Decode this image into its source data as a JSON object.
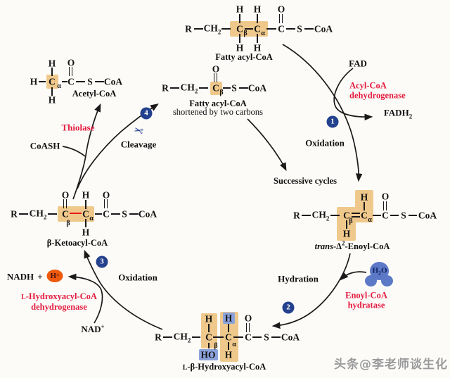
{
  "watermark": "头条@李老师谈生化",
  "icons": {
    "scissors": "✂",
    "water_drop": "H2O-blob"
  },
  "colors": {
    "highlight_tan": "#efc98c",
    "highlight_blue": "#8ba3dc",
    "enzyme_red": "#e31b3e",
    "badge_blue": "#24418e",
    "hplus_orange": "#ee5a0d",
    "water_blue": "#5b79c7",
    "red_bond": "#e8191c"
  },
  "atoms": {
    "R": "R",
    "CH": "CH",
    "sub2": "2",
    "C": "C",
    "O": "O",
    "S": "S",
    "CoA": "CoA",
    "H": "H",
    "HO": "HO",
    "alpha": "α",
    "beta": "β"
  },
  "molecules": {
    "fattyAcylTop": {
      "label": "Fatty acyl-CoA"
    },
    "acetyl": {
      "label": "Acetyl-CoA"
    },
    "shortened": {
      "label": "Fatty acyl-CoA",
      "sublabel": "shortened by  two carbons"
    },
    "enoyl": {
      "pre": "trans",
      "mid": "-Δ",
      "sup": "2",
      "post": "-Enoyl-CoA"
    },
    "hydroxyacyl": {
      "pre": "L",
      "post": "-β-Hydroxyacyl-CoA"
    },
    "ketoacyl": {
      "label": "β-Ketoacyl-CoA"
    }
  },
  "steps": {
    "one": {
      "num": "1",
      "label": "Oxidation",
      "enzyme_line1": "Acyl-CoA",
      "enzyme_line2": "dehydrogenase",
      "cofactor_in": "FAD",
      "cofactor_out": "FADH",
      "cofactor_out_sub": "2"
    },
    "two": {
      "num": "2",
      "label": "Hydration",
      "enzyme_line1": "Enoyl-CoA",
      "enzyme_line2": "hydratase",
      "water_h": "H",
      "water_sub2": "2",
      "water_o": "O"
    },
    "three": {
      "num": "3",
      "label": "Oxidation",
      "enzyme_line1_pre": "L",
      "enzyme_line1": "-Hydroxyacyl-CoA",
      "enzyme_line2": "dehydrogenase",
      "nadh": "NADH",
      "plus": "+",
      "h": "H",
      "h_sup": "+",
      "nad": "NAD",
      "nad_sup": "+"
    },
    "four": {
      "num": "4",
      "label": "Cleavage",
      "enzyme": "Thiolase",
      "coash": "CoASH"
    }
  },
  "flow": {
    "successive_cycles": "Successive cycles"
  }
}
